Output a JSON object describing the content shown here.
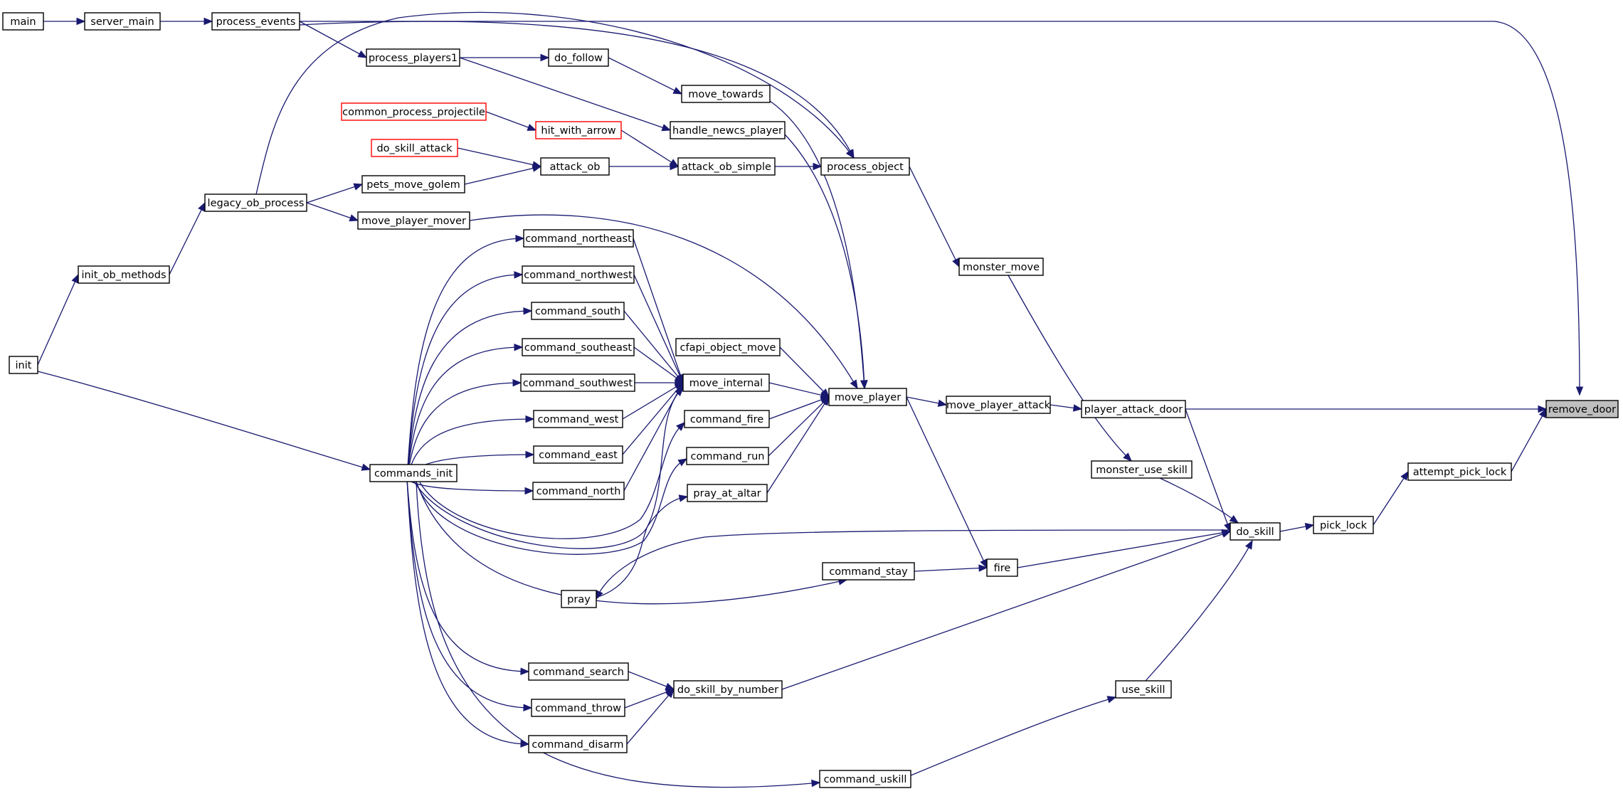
{
  "graph": {
    "edge_color": "#191970",
    "truncated_border_color": "#ff0000",
    "current_node_fill": "#bfbfbf",
    "nodes": [
      {
        "id": "main",
        "label": "main"
      },
      {
        "id": "server_main",
        "label": "server_main"
      },
      {
        "id": "process_events",
        "label": "process_events"
      },
      {
        "id": "process_players1",
        "label": "process_players1"
      },
      {
        "id": "do_follow",
        "label": "do_follow"
      },
      {
        "id": "move_towards",
        "label": "move_towards"
      },
      {
        "id": "common_process_projectile",
        "label": "common_process_projectile",
        "truncated": true
      },
      {
        "id": "hit_with_arrow",
        "label": "hit_with_arrow",
        "truncated": true
      },
      {
        "id": "handle_newcs_player",
        "label": "handle_newcs_player"
      },
      {
        "id": "do_skill_attack",
        "label": "do_skill_attack",
        "truncated": true
      },
      {
        "id": "attack_ob",
        "label": "attack_ob"
      },
      {
        "id": "attack_ob_simple",
        "label": "attack_ob_simple"
      },
      {
        "id": "process_object",
        "label": "process_object"
      },
      {
        "id": "pets_move_golem",
        "label": "pets_move_golem"
      },
      {
        "id": "legacy_ob_process",
        "label": "legacy_ob_process"
      },
      {
        "id": "move_player_mover",
        "label": "move_player_mover"
      },
      {
        "id": "command_northeast",
        "label": "command_northeast"
      },
      {
        "id": "monster_move",
        "label": "monster_move"
      },
      {
        "id": "init_ob_methods",
        "label": "init_ob_methods"
      },
      {
        "id": "command_northwest",
        "label": "command_northwest"
      },
      {
        "id": "command_south",
        "label": "command_south"
      },
      {
        "id": "init",
        "label": "init"
      },
      {
        "id": "command_southeast",
        "label": "command_southeast"
      },
      {
        "id": "cfapi_object_move",
        "label": "cfapi_object_move"
      },
      {
        "id": "command_southwest",
        "label": "command_southwest"
      },
      {
        "id": "move_internal",
        "label": "move_internal"
      },
      {
        "id": "move_player",
        "label": "move_player"
      },
      {
        "id": "move_player_attack",
        "label": "move_player_attack"
      },
      {
        "id": "player_attack_door",
        "label": "player_attack_door"
      },
      {
        "id": "remove_door",
        "label": "remove_door",
        "current": true
      },
      {
        "id": "command_west",
        "label": "command_west"
      },
      {
        "id": "command_fire",
        "label": "command_fire"
      },
      {
        "id": "command_east",
        "label": "command_east"
      },
      {
        "id": "command_run",
        "label": "command_run"
      },
      {
        "id": "commands_init",
        "label": "commands_init"
      },
      {
        "id": "monster_use_skill",
        "label": "monster_use_skill"
      },
      {
        "id": "attempt_pick_lock",
        "label": "attempt_pick_lock"
      },
      {
        "id": "command_north",
        "label": "command_north"
      },
      {
        "id": "pray_at_altar",
        "label": "pray_at_altar"
      },
      {
        "id": "pick_lock",
        "label": "pick_lock"
      },
      {
        "id": "do_skill",
        "label": "do_skill"
      },
      {
        "id": "fire",
        "label": "fire"
      },
      {
        "id": "command_stay",
        "label": "command_stay"
      },
      {
        "id": "pray",
        "label": "pray"
      },
      {
        "id": "command_search",
        "label": "command_search"
      },
      {
        "id": "do_skill_by_number",
        "label": "do_skill_by_number"
      },
      {
        "id": "use_skill",
        "label": "use_skill"
      },
      {
        "id": "command_throw",
        "label": "command_throw"
      },
      {
        "id": "command_disarm",
        "label": "command_disarm"
      },
      {
        "id": "command_uskill",
        "label": "command_uskill"
      }
    ],
    "edges": [
      {
        "from": "main",
        "to": "server_main"
      },
      {
        "from": "server_main",
        "to": "process_events"
      },
      {
        "from": "process_events",
        "to": "process_players1"
      },
      {
        "from": "process_events",
        "to": "process_object"
      },
      {
        "from": "process_events",
        "to": "remove_door"
      },
      {
        "from": "process_players1",
        "to": "do_follow"
      },
      {
        "from": "process_players1",
        "to": "handle_newcs_player"
      },
      {
        "from": "do_follow",
        "to": "move_towards"
      },
      {
        "from": "move_towards",
        "to": "move_player"
      },
      {
        "from": "common_process_projectile",
        "to": "hit_with_arrow"
      },
      {
        "from": "hit_with_arrow",
        "to": "attack_ob_simple"
      },
      {
        "from": "handle_newcs_player",
        "to": "move_player"
      },
      {
        "from": "do_skill_attack",
        "to": "attack_ob"
      },
      {
        "from": "attack_ob",
        "to": "attack_ob_simple"
      },
      {
        "from": "attack_ob_simple",
        "to": "process_object"
      },
      {
        "from": "process_object",
        "to": "monster_move"
      },
      {
        "from": "pets_move_golem",
        "to": "attack_ob"
      },
      {
        "from": "legacy_ob_process",
        "to": "pets_move_golem"
      },
      {
        "from": "legacy_ob_process",
        "to": "move_player_mover"
      },
      {
        "from": "legacy_ob_process",
        "to": "process_object"
      },
      {
        "from": "init_ob_methods",
        "to": "legacy_ob_process"
      },
      {
        "from": "init",
        "to": "init_ob_methods"
      },
      {
        "from": "init",
        "to": "commands_init"
      },
      {
        "from": "move_player_mover",
        "to": "move_player"
      },
      {
        "from": "command_northeast",
        "to": "move_internal"
      },
      {
        "from": "command_northwest",
        "to": "move_internal"
      },
      {
        "from": "command_south",
        "to": "move_internal"
      },
      {
        "from": "command_southeast",
        "to": "move_internal"
      },
      {
        "from": "command_southwest",
        "to": "move_internal"
      },
      {
        "from": "command_west",
        "to": "move_internal"
      },
      {
        "from": "command_east",
        "to": "move_internal"
      },
      {
        "from": "command_north",
        "to": "move_internal"
      },
      {
        "from": "cfapi_object_move",
        "to": "move_player"
      },
      {
        "from": "move_internal",
        "to": "move_player"
      },
      {
        "from": "command_fire",
        "to": "move_player"
      },
      {
        "from": "command_run",
        "to": "move_player"
      },
      {
        "from": "pray_at_altar",
        "to": "move_player"
      },
      {
        "from": "move_player",
        "to": "move_player_attack"
      },
      {
        "from": "move_player",
        "to": "fire"
      },
      {
        "from": "move_player_attack",
        "to": "player_attack_door"
      },
      {
        "from": "player_attack_door",
        "to": "remove_door"
      },
      {
        "from": "player_attack_door",
        "to": "do_skill"
      },
      {
        "from": "monster_move",
        "to": "monster_use_skill"
      },
      {
        "from": "monster_use_skill",
        "to": "do_skill"
      },
      {
        "from": "attempt_pick_lock",
        "to": "remove_door"
      },
      {
        "from": "pick_lock",
        "to": "attempt_pick_lock"
      },
      {
        "from": "do_skill",
        "to": "pick_lock"
      },
      {
        "from": "do_skill",
        "to": "pray"
      },
      {
        "from": "fire",
        "to": "do_skill"
      },
      {
        "from": "command_stay",
        "to": "fire"
      },
      {
        "from": "pray",
        "to": "pray_at_altar"
      },
      {
        "from": "do_skill_by_number",
        "to": "do_skill"
      },
      {
        "from": "command_search",
        "to": "do_skill_by_number"
      },
      {
        "from": "command_throw",
        "to": "do_skill_by_number"
      },
      {
        "from": "command_disarm",
        "to": "do_skill_by_number"
      },
      {
        "from": "use_skill",
        "to": "do_skill"
      },
      {
        "from": "command_uskill",
        "to": "use_skill"
      },
      {
        "from": "commands_init",
        "to": "command_northeast"
      },
      {
        "from": "commands_init",
        "to": "command_northwest"
      },
      {
        "from": "commands_init",
        "to": "command_south"
      },
      {
        "from": "commands_init",
        "to": "command_southeast"
      },
      {
        "from": "commands_init",
        "to": "command_southwest"
      },
      {
        "from": "commands_init",
        "to": "command_west"
      },
      {
        "from": "commands_init",
        "to": "command_east"
      },
      {
        "from": "commands_init",
        "to": "command_north"
      },
      {
        "from": "commands_init",
        "to": "command_fire"
      },
      {
        "from": "commands_init",
        "to": "command_run"
      },
      {
        "from": "commands_init",
        "to": "command_stay"
      },
      {
        "from": "commands_init",
        "to": "command_search"
      },
      {
        "from": "commands_init",
        "to": "command_throw"
      },
      {
        "from": "commands_init",
        "to": "command_disarm"
      },
      {
        "from": "commands_init",
        "to": "command_uskill"
      },
      {
        "from": "commands_init",
        "to": "move_internal"
      }
    ]
  }
}
